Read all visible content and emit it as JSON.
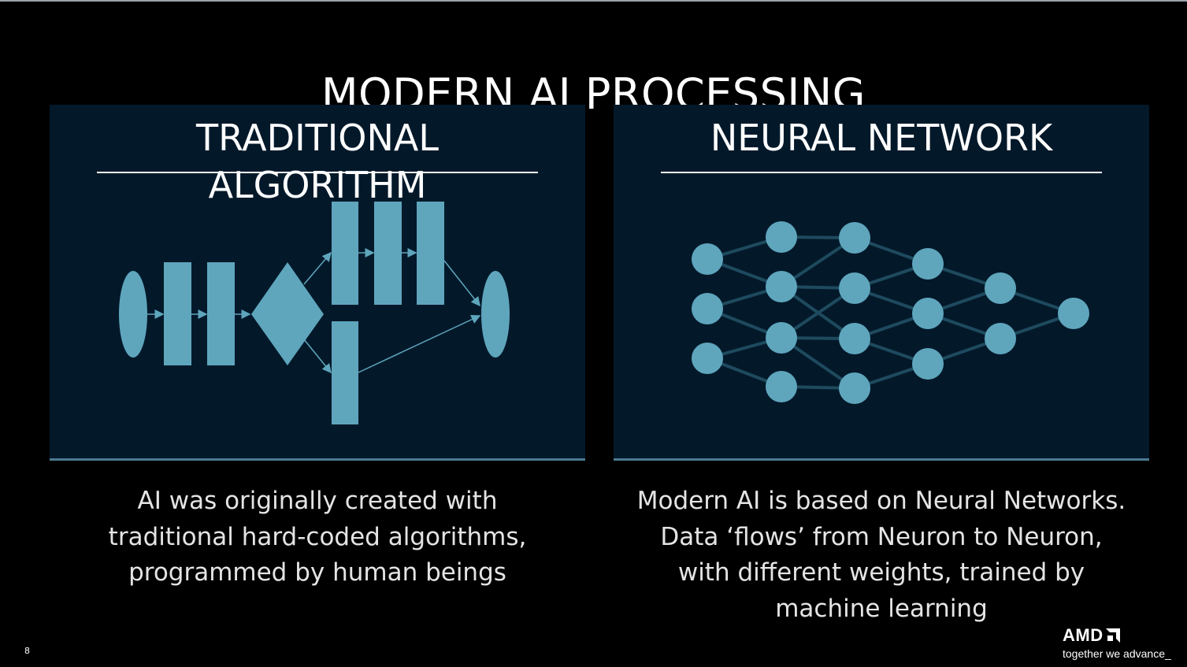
{
  "slide": {
    "title": "MODERN AI PROCESSING",
    "page_number": "8"
  },
  "left_panel": {
    "title": "TRADITIONAL ALGORITHM",
    "caption": "AI was originally created with traditional hard-coded algorithms, programmed by human beings"
  },
  "right_panel": {
    "title": "NEURAL NETWORK",
    "caption": "Modern AI is based on Neural Networks. Data ‘flows’ from Neuron to Neuron, with different weights, trained by machine learning"
  },
  "branding": {
    "logo_text": "AMD",
    "tagline": "together we advance_"
  },
  "colors": {
    "background": "#000000",
    "panel": "#03192a",
    "diagram": "#5fa6bd",
    "connection": "#1e4a5e"
  }
}
